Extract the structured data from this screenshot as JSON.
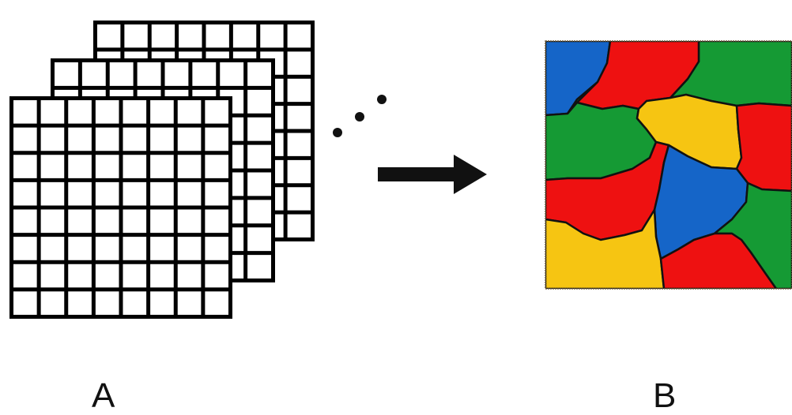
{
  "labels": {
    "left": "A",
    "right": "B"
  },
  "grid_stack": {
    "layers": 3,
    "rows": 8,
    "cols": 8
  },
  "colors": {
    "grid_stroke": "#000000",
    "grid_fill": "#ffffff",
    "arrow": "#111111",
    "region_blue": "#1565c8",
    "region_red": "#ee1111",
    "region_green": "#159a34",
    "region_yellow": "#f6c512",
    "region_border": "#111111"
  },
  "segmentation": {
    "regions": [
      {
        "name": "blue-top-left",
        "color": "blue"
      },
      {
        "name": "red-top",
        "color": "red"
      },
      {
        "name": "green-top-right",
        "color": "green"
      },
      {
        "name": "green-left",
        "color": "green"
      },
      {
        "name": "yellow-center",
        "color": "yellow"
      },
      {
        "name": "red-right",
        "color": "red"
      },
      {
        "name": "blue-center",
        "color": "blue"
      },
      {
        "name": "red-left",
        "color": "red"
      },
      {
        "name": "green-right",
        "color": "green"
      },
      {
        "name": "yellow-bottom-left",
        "color": "yellow"
      },
      {
        "name": "red-bottom",
        "color": "red"
      }
    ]
  }
}
